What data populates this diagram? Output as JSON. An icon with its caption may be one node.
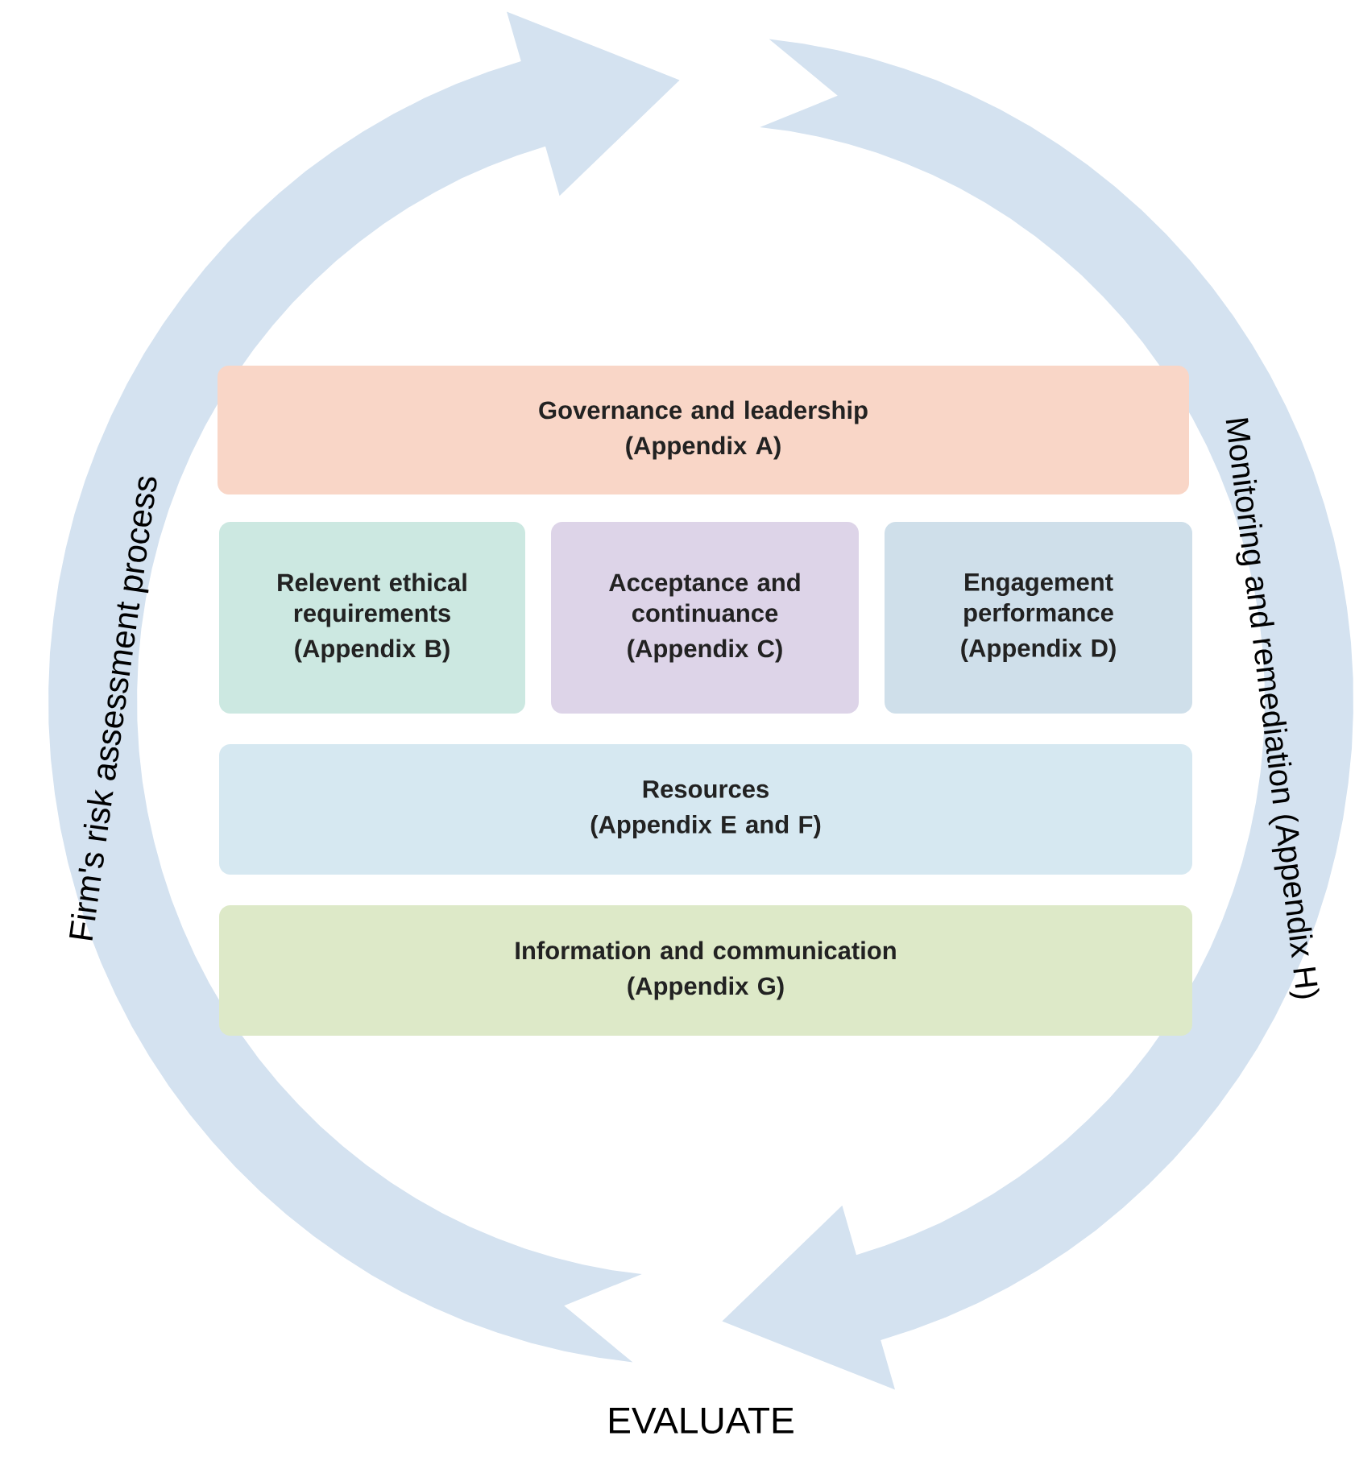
{
  "diagram": {
    "nodes": [
      {
        "text": [
          "Governance and leadership",
          "(Appendix A)"
        ]
      },
      {
        "text": [
          "Relevent ethical requirements",
          "(Appendix B)"
        ]
      },
      {
        "text": [
          "Acceptance and continuance",
          "(Appendix C)"
        ]
      },
      {
        "text": [
          "Engagement performance",
          "(Appendix D)"
        ]
      },
      {
        "text": [
          "Resources",
          "(Appendix E and F)"
        ]
      },
      {
        "text": [
          "Information and communication",
          "(Appendix G)"
        ]
      }
    ],
    "labels": [
      "Firm's risk assessment process",
      "Monitoring and remediation (Appendix H)",
      "EVALUATE"
    ]
  }
}
